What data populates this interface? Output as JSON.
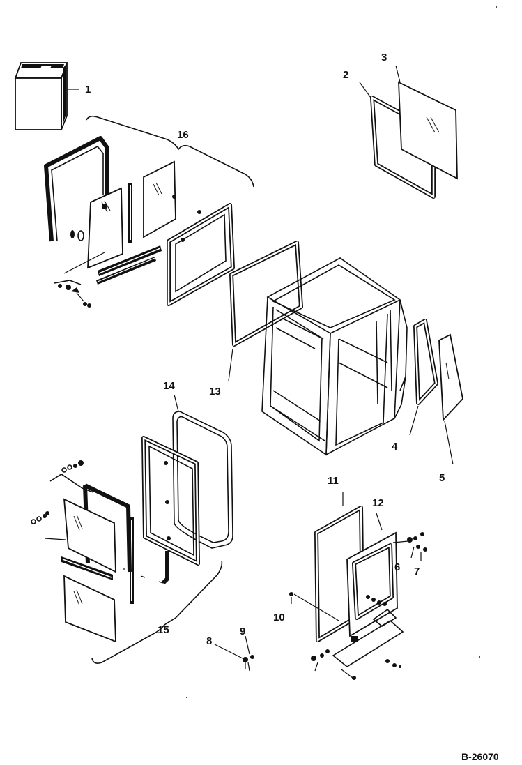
{
  "diagram": {
    "parts": [
      {
        "number": "1"
      },
      {
        "number": "2"
      },
      {
        "number": "3"
      },
      {
        "number": "4"
      },
      {
        "number": "5"
      },
      {
        "number": "6"
      },
      {
        "number": "7"
      },
      {
        "number": "8"
      },
      {
        "number": "9"
      },
      {
        "number": "10"
      },
      {
        "number": "11"
      },
      {
        "number": "12"
      },
      {
        "number": "13"
      },
      {
        "number": "14"
      },
      {
        "number": "15"
      },
      {
        "number": "16"
      }
    ],
    "drawing_code": "B-26070"
  }
}
